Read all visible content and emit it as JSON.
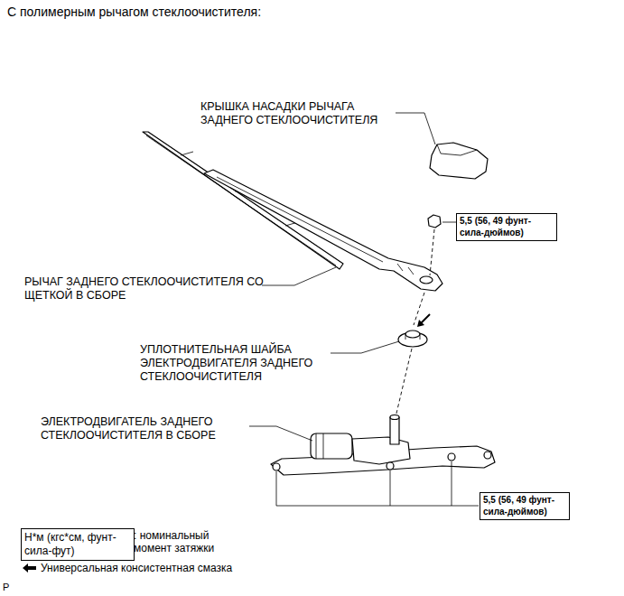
{
  "diagram": {
    "title": "С полимерным рычагом стеклоочистителя:",
    "nodes": [
      {
        "text": [
          "5,5 (56, 49 фунт-сила-дюймов)"
        ]
      },
      {
        "text": [
          "5,5 (56, 49 фунт-сила-дюймов)"
        ]
      },
      {
        "text": [
          "Н*м (кгс*см, фунт-сила-фут)"
        ]
      }
    ],
    "labels": [
      "КРЫШКА НАСАДКИ РЫЧАГА ЗАДНЕГО СТЕКЛООЧИСТИТЕЛЯ",
      "РЫЧАГ ЗАДНЕГО СТЕКЛООЧИСТИТЕЛЯ СО ЩЕТКОЙ В СБОРЕ",
      "УПЛОТНИТЕЛЬНАЯ ШАЙБА ЭЛЕКТРОДВИГАТЕЛЯ ЗАДНЕГО СТЕКЛООЧИСТИТЕЛЯ",
      "ЭЛЕКТРОДВИГАТЕЛЬ ЗАДНЕГО СТЕКЛООЧИСТИТЕЛЯ В СБОРЕ",
      ": номинальный момент затяжки",
      "P"
    ],
    "legend": [
      {
        "text": "Универсальная консистентная смазка"
      }
    ]
  }
}
